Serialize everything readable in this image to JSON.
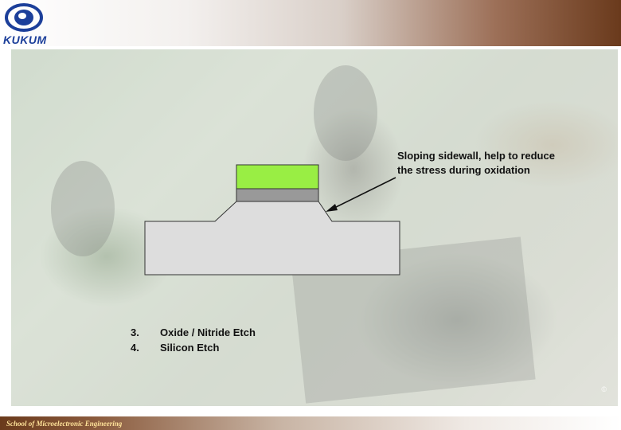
{
  "header": {
    "logo_text": "KUKUM"
  },
  "diagram": {
    "annotation_lines": [
      "Sloping sidewall, help to reduce",
      "the stress during oxidation"
    ]
  },
  "steps": [
    {
      "number": "3.",
      "label": "Oxide / Nitride Etch"
    },
    {
      "number": "4.",
      "label": "Silicon Etch"
    }
  ],
  "footer": {
    "text": "School of Microelectronic Engineering"
  },
  "colors": {
    "nitride": "#99ee44",
    "oxide": "#999999",
    "silicon": "#dddddd",
    "header_accent": "#6a3a1c",
    "logo_blue": "#1c3f9a"
  }
}
